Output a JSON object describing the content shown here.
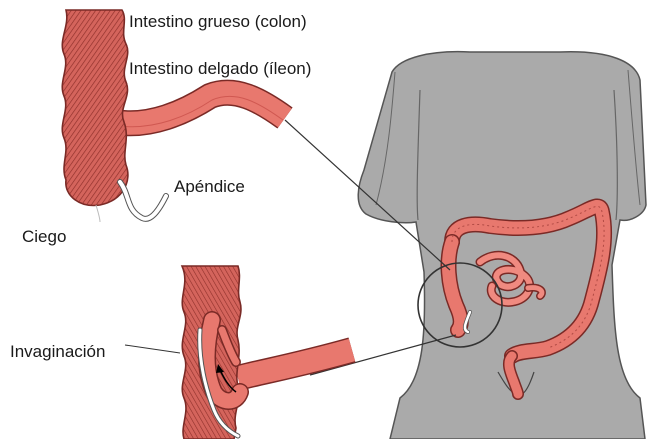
{
  "labels": {
    "colon": "Intestino grueso (colon)",
    "ileon": "Intestino delgado (íleon)",
    "apendice": "Apéndice",
    "ciego": "Ciego",
    "invaginacion": "Invaginación"
  },
  "colors": {
    "intestine_fill": "#e8786e",
    "intestine_dark": "#c0433d",
    "intestine_outline": "#7a2a26",
    "body_fill": "#a9a9a9",
    "body_outline": "#555555",
    "appendix": "#ffffff"
  }
}
